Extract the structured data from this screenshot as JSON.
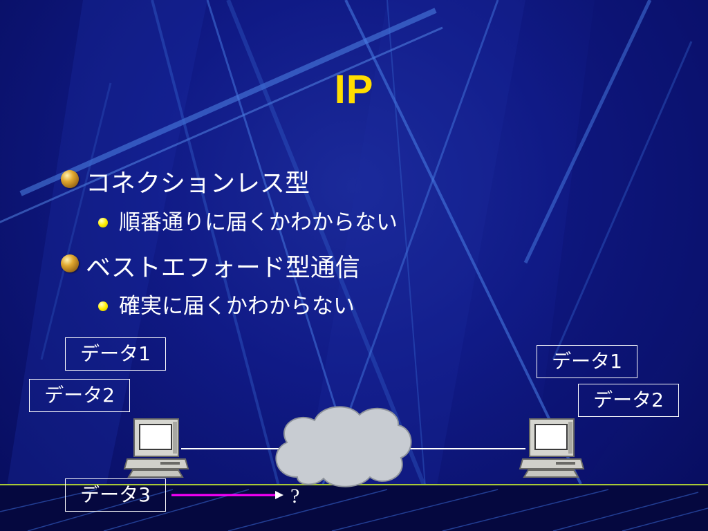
{
  "slide": {
    "title": "IP",
    "bullets": [
      {
        "text": "コネクションレス型",
        "sub": [
          "順番通りに届くかわからない"
        ]
      },
      {
        "text": "ベストエフォード型通信",
        "sub": [
          "確実に届くかわからない"
        ]
      }
    ]
  },
  "diagram": {
    "sender_packets": [
      "データ1",
      "データ2",
      "データ3"
    ],
    "receiver_packets": [
      "データ1",
      "データ2"
    ],
    "unknown_mark": "?"
  },
  "colors": {
    "background": "#101a86",
    "title": "#ffdd00",
    "text": "#ffffff",
    "arrow": "#ff00ff",
    "cloud": "#c8ccd2"
  },
  "icons": [
    "bullet-ball-icon",
    "bullet-dot-icon",
    "computer-icon",
    "network-cloud-icon",
    "arrow-icon"
  ]
}
